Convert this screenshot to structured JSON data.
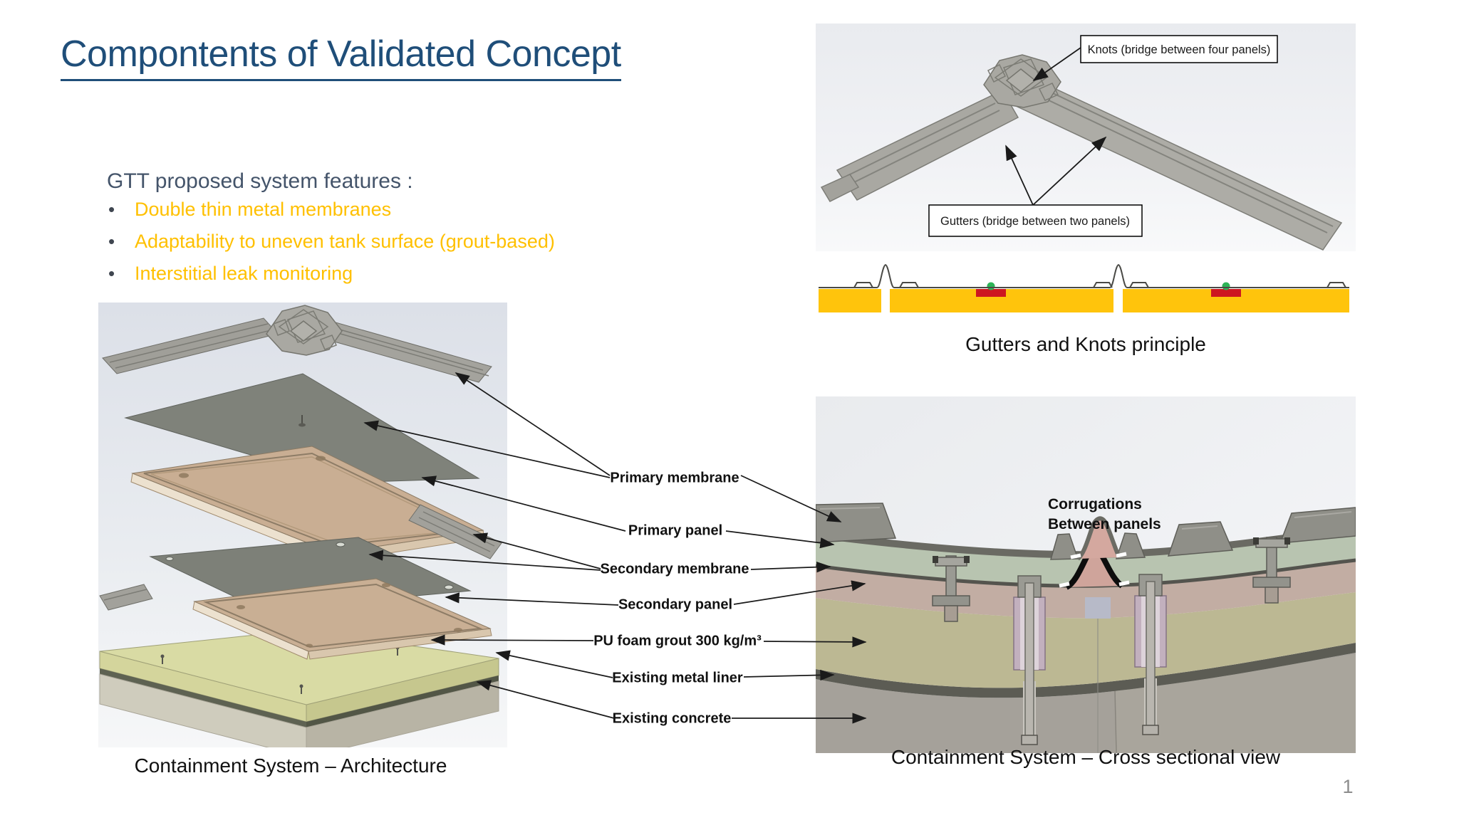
{
  "slide": {
    "title": "Compontents of Validated Concept",
    "page_number": "1"
  },
  "features": {
    "heading": "GTT proposed system features :",
    "bullets": [
      "Double thin metal membranes",
      "Adaptability to uneven tank surface (grout-based)",
      "Interstitial leak monitoring"
    ]
  },
  "architecture_figure": {
    "caption": "Containment System – Architecture",
    "layer_labels": [
      "Primary membrane",
      "Primary panel",
      "Secondary membrane",
      "Secondary panel",
      "PU foam grout 300 kg/m³",
      "Existing metal liner",
      "Existing concrete"
    ]
  },
  "gutters_knots_figure": {
    "caption": "Gutters and Knots principle",
    "knots_label": "Knots (bridge between four panels)",
    "gutters_label": "Gutters (bridge between two panels)"
  },
  "cross_section_figure": {
    "caption": "Containment System – Cross sectional view",
    "corrugations_label_line1": "Corrugations",
    "corrugations_label_line2": "Between panels"
  },
  "colors": {
    "title_blue": "#1F4E79",
    "heading_gray": "#44546A",
    "bullet_gold": "#FFC000",
    "grout_yellow": "#FFC40C",
    "leak_red": "#CD1620",
    "sensor_green": "#2EB357"
  }
}
